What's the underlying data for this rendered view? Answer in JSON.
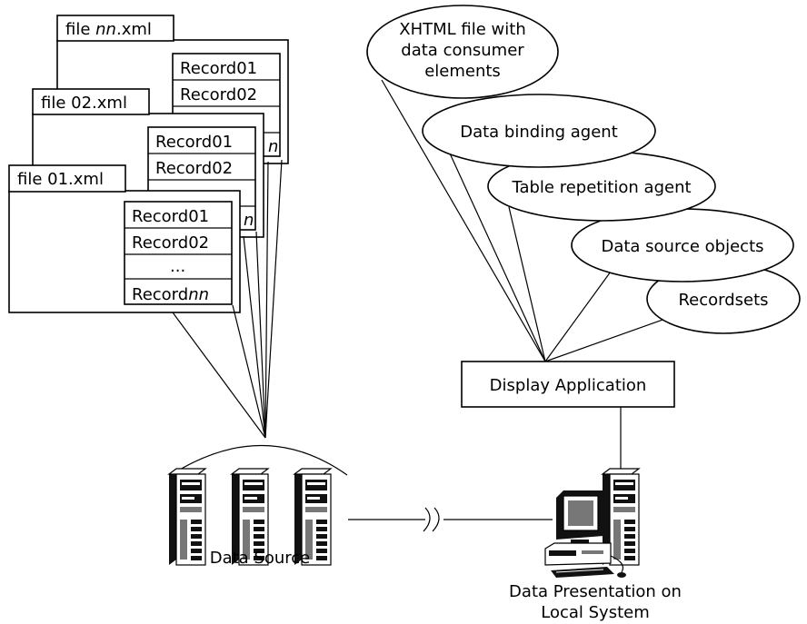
{
  "files": [
    {
      "name_prefix": "file ",
      "name_italic": "nn",
      "name_suffix": ".xml",
      "records": [
        "Record01",
        "Record02"
      ],
      "partial": "n"
    },
    {
      "name_prefix": "file 02.xml",
      "name_italic": "",
      "name_suffix": "",
      "records": [
        "Record01",
        "Record02"
      ],
      "partial": "n"
    },
    {
      "name_prefix": "file 01.xml",
      "name_italic": "",
      "name_suffix": "",
      "records": [
        "Record01",
        "Record02"
      ],
      "ellipsis": "...",
      "last_prefix": "Record",
      "last_italic": "nn"
    }
  ],
  "ellipses": {
    "xhtml": [
      "XHTML file with",
      "data consumer",
      "elements"
    ],
    "binding": "Data binding agent",
    "table": "Table repetition agent",
    "dso": "Data source objects",
    "recordsets": "Recordsets"
  },
  "display_app": "Display Application",
  "data_source_label": "Data Source",
  "local_label": [
    "Data Presentation on",
    "Local System"
  ],
  "icons": {
    "servers": "server-tower-icon",
    "workstation": "desktop-computer-icon",
    "link_break": "link-break-icon"
  }
}
